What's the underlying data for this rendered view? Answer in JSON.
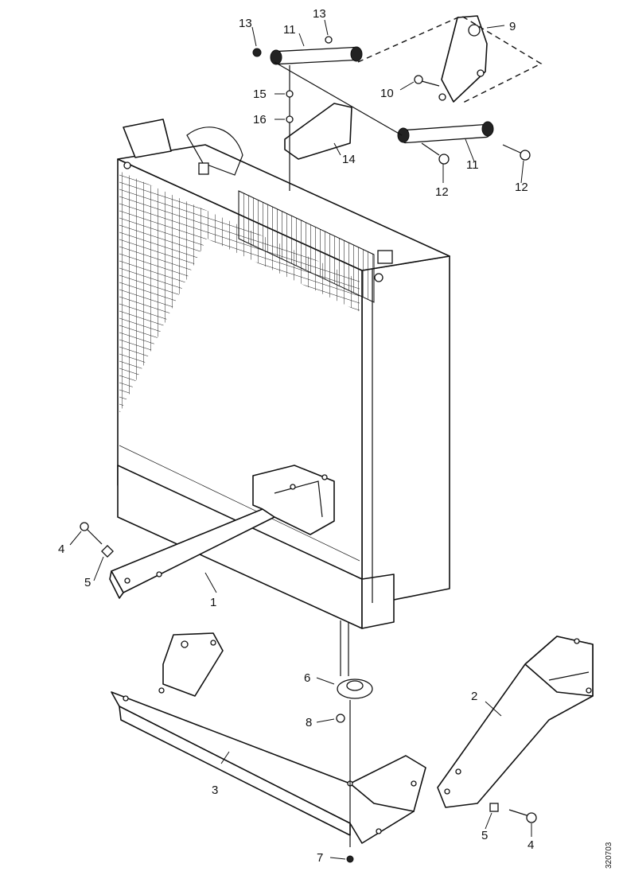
{
  "drawing_code": "320703",
  "callouts": [
    {
      "id": "c1",
      "label": "1"
    },
    {
      "id": "c2",
      "label": "2"
    },
    {
      "id": "c3",
      "label": "3"
    },
    {
      "id": "c4a",
      "label": "4"
    },
    {
      "id": "c4b",
      "label": "4"
    },
    {
      "id": "c5a",
      "label": "5"
    },
    {
      "id": "c5b",
      "label": "5"
    },
    {
      "id": "c6",
      "label": "6"
    },
    {
      "id": "c7",
      "label": "7"
    },
    {
      "id": "c8",
      "label": "8"
    },
    {
      "id": "c9",
      "label": "9"
    },
    {
      "id": "c10",
      "label": "10"
    },
    {
      "id": "c11a",
      "label": "11"
    },
    {
      "id": "c11b",
      "label": "11"
    },
    {
      "id": "c12a",
      "label": "12"
    },
    {
      "id": "c12b",
      "label": "12"
    },
    {
      "id": "c13a",
      "label": "13"
    },
    {
      "id": "c13b",
      "label": "13"
    },
    {
      "id": "c14",
      "label": "14"
    },
    {
      "id": "c15",
      "label": "15"
    },
    {
      "id": "c16",
      "label": "16"
    }
  ]
}
